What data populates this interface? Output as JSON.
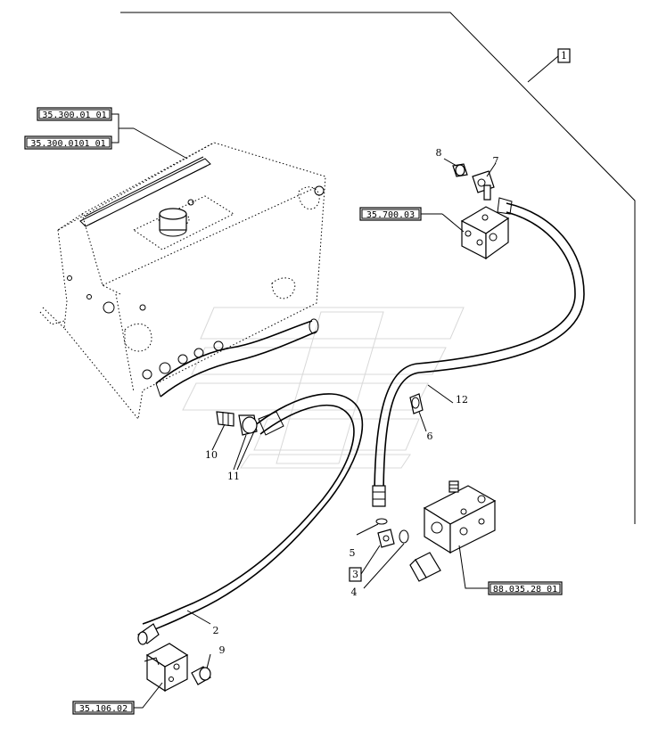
{
  "refs": {
    "r35_300_01_01": "35.300.01 01",
    "r35_300_0101_01": "35.300.0101 01",
    "r35_700_03": "35.700.03",
    "r35_106_02": "35.106.02",
    "r88_035_28_01": "88.035.28 01"
  },
  "callouts": {
    "c1": "1",
    "c2": "2",
    "c3": "3",
    "c4": "4",
    "c5": "5",
    "c6": "6",
    "c7": "7",
    "c8": "8",
    "c9": "9",
    "c10": "10",
    "c11": "11",
    "c12": "12"
  }
}
